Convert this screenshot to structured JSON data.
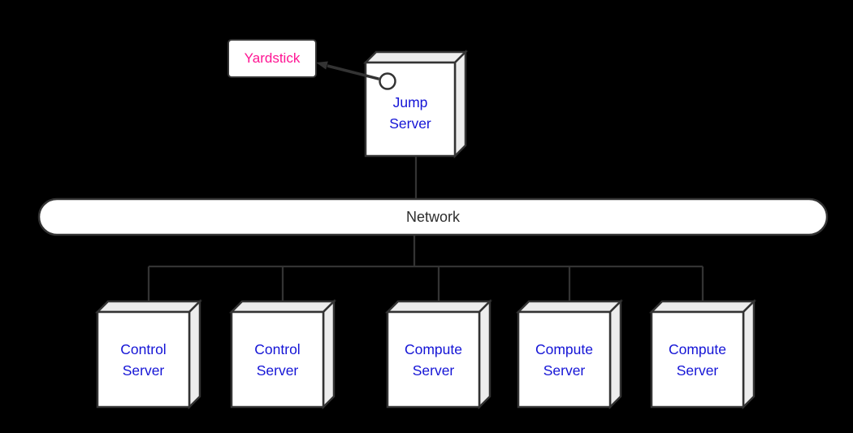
{
  "diagram": {
    "yardstick": {
      "label": "Yardstick"
    },
    "jump_server": {
      "label": "Jump Server"
    },
    "network": {
      "label": "Network"
    },
    "servers": [
      {
        "label": "Control Server"
      },
      {
        "label": "Control Server"
      },
      {
        "label": "Compute Server"
      },
      {
        "label": "Compute Server"
      },
      {
        "label": "Compute Server"
      }
    ],
    "icons": [
      {
        "name": "interface-circle"
      },
      {
        "name": "arrow-head"
      }
    ]
  },
  "colors": {
    "background": "#000000",
    "node-fill": "#ffffff",
    "node-side-fill": "#ededed",
    "line": "#333333",
    "server-text": "#1414d6",
    "yardstick-text": "#ff1493",
    "network-text": "#2d2d2d"
  }
}
